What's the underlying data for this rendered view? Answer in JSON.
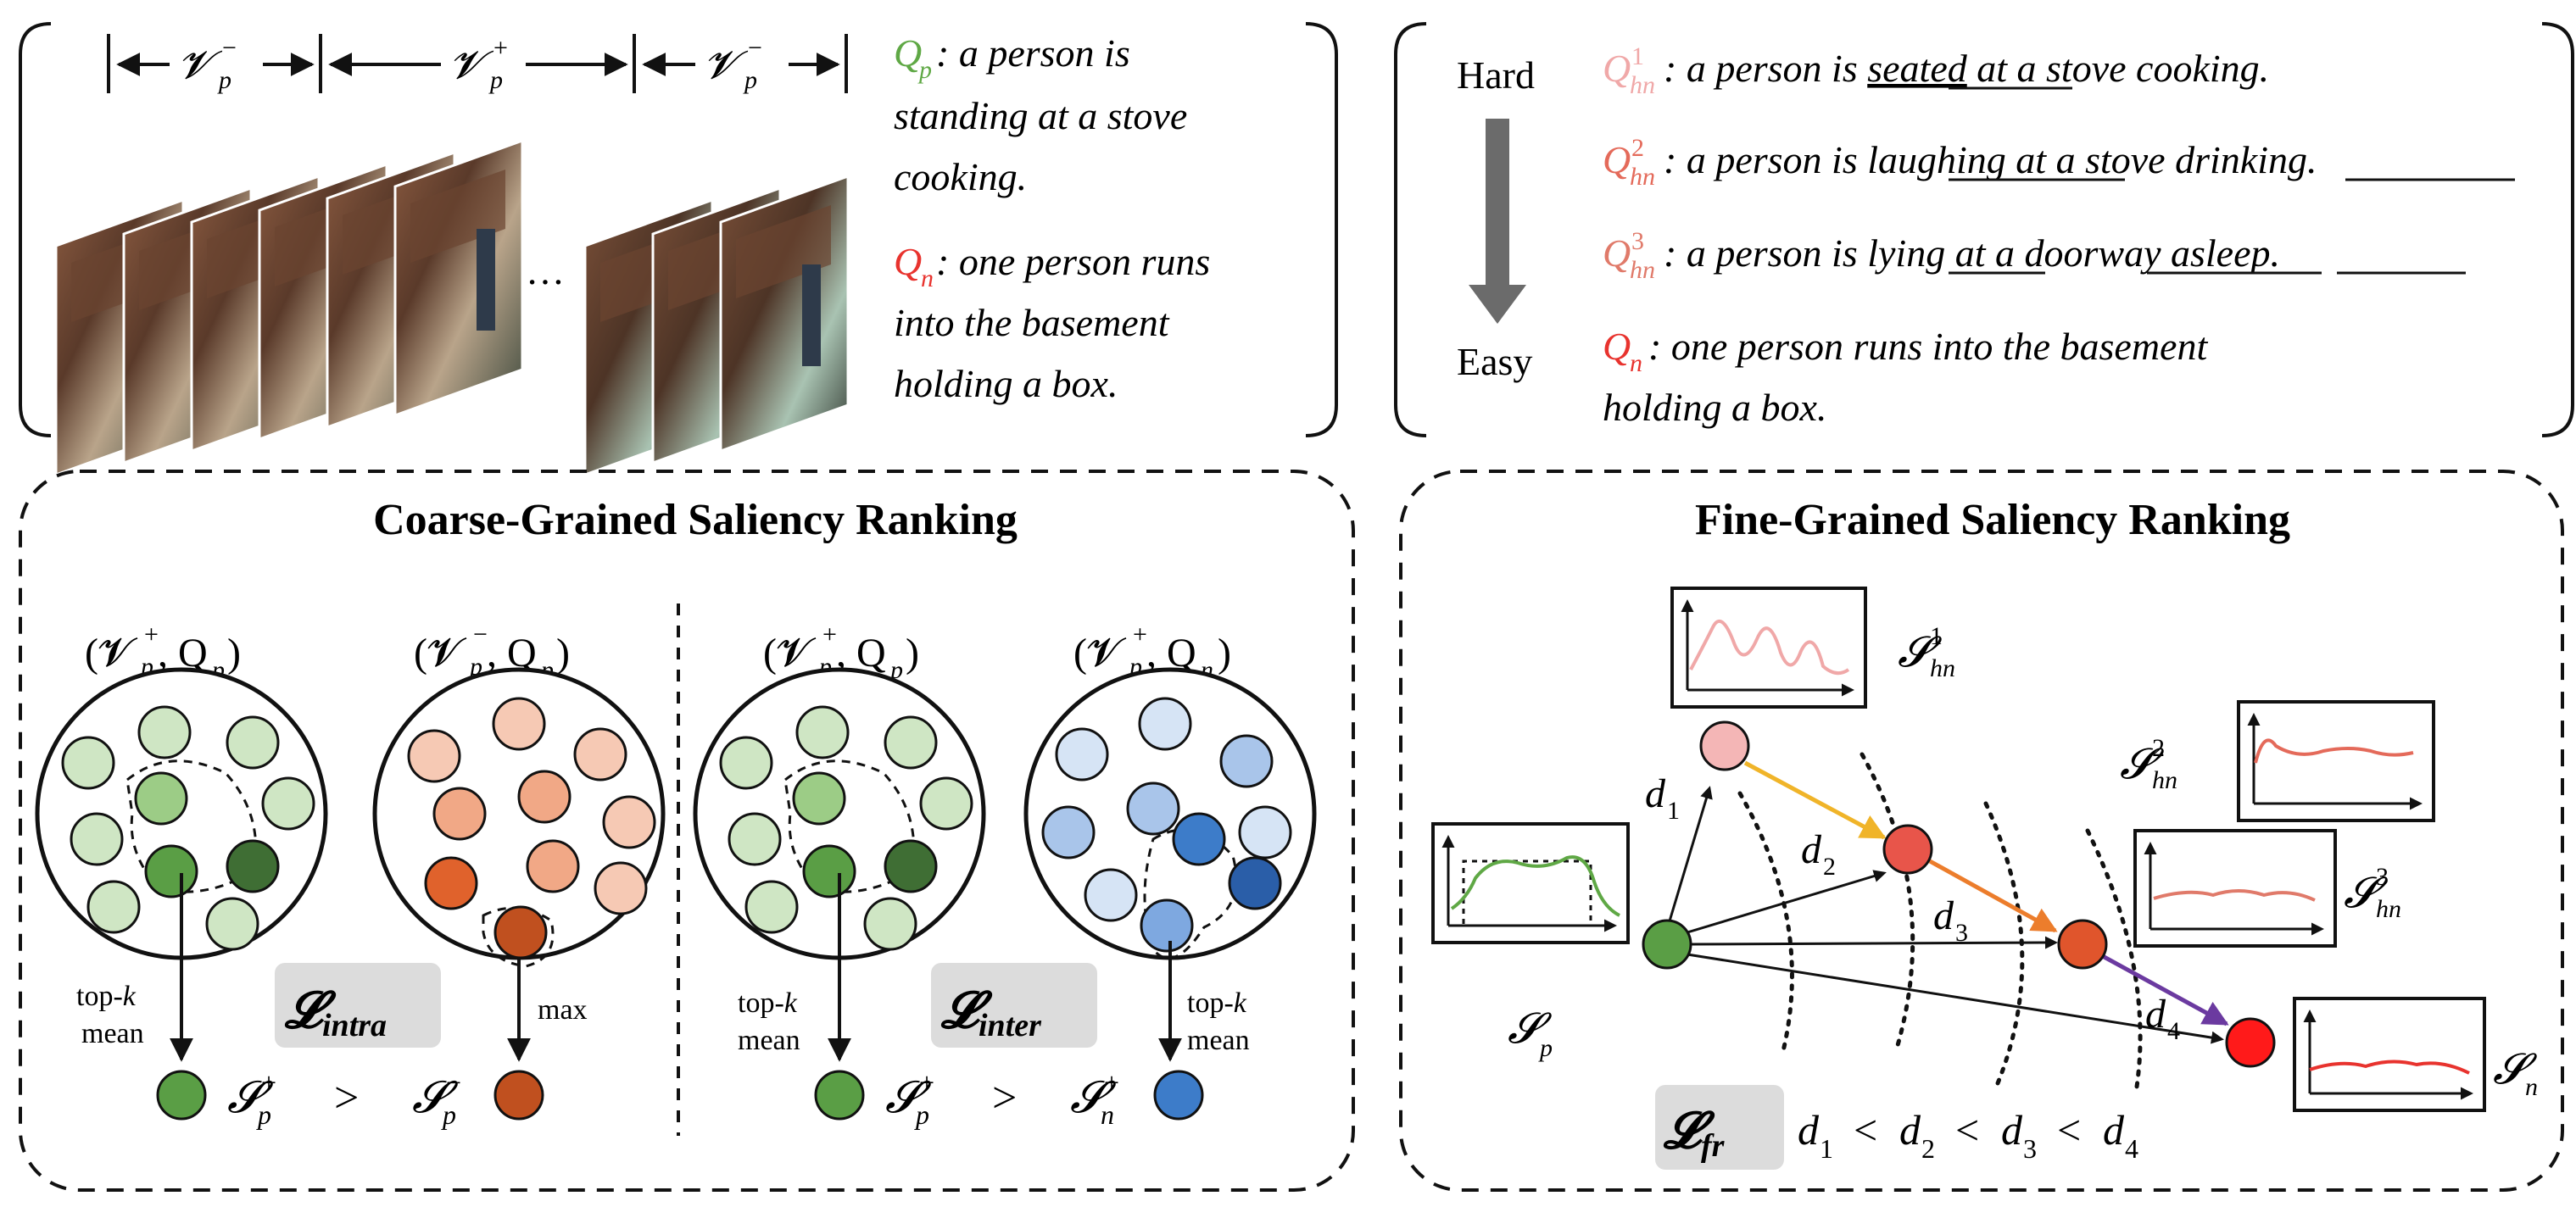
{
  "top_left": {
    "seg_neg_label": "𝓥",
    "seg_pos_label": "𝓥",
    "sup_neg": "−",
    "sup_pos": "+",
    "sub_p": "p",
    "ellipsis": "…",
    "qp_label": "Q",
    "qp_sub": "p",
    "qp_text": [
      ": a person is",
      "standing at a stove",
      "cooking."
    ],
    "qn_label": "Q",
    "qn_sub": "n",
    "qn_text": [
      ": one person runs",
      "into the basement",
      "holding a box."
    ]
  },
  "top_right": {
    "hard": "Hard",
    "easy": "Easy",
    "q_letter": "Q",
    "sub_hn": "hn",
    "sup_1": "1",
    "sup_2": "2",
    "sup_3": "3",
    "sub_n": "n",
    "hn1": [
      ": a person is ",
      "seated",
      " at a stove cooking."
    ],
    "hn2": [
      ": a person is ",
      "laughing",
      " at a stove ",
      "drinking",
      "."
    ],
    "hn3": [
      ": a person is ",
      "lying",
      " at a ",
      "doorway",
      " ",
      "asleep",
      "."
    ],
    "qn": [
      ": one person runs into the basement",
      "holding a box."
    ]
  },
  "coarse": {
    "title": "Coarse-Grained Saliency Ranking",
    "pair1": "(𝓥",
    "pair_p": "p",
    "pair_q": ", Q",
    "close": ")",
    "plus": "+",
    "minus": "−",
    "n": "n",
    "topk1": "top-",
    "k": "k",
    "mean": "mean",
    "max": "max",
    "loss_intra_L": "𝓛",
    "loss_intra_sub": "intra",
    "loss_inter_L": "𝓛",
    "loss_inter_sub": "inter",
    "S": "𝓢",
    "gt": ">"
  },
  "fine": {
    "title": "Fine-Grained Saliency Ranking",
    "S": "𝓢",
    "sp_sub": "p",
    "hn": "hn",
    "sup1": "1",
    "sup2": "2",
    "sup3": "3",
    "sn_sub": "n",
    "d": "d",
    "d1": "1",
    "d2": "2",
    "d3": "3",
    "d4": "4",
    "loss_L": "𝓛",
    "loss_sub": "fr",
    "lt": "<"
  },
  "colors": {
    "qp_green": "#5fa845",
    "qn_red": "#e8332e",
    "hn1_pink": "#f0a8a8",
    "hn2_red": "#e46a5a",
    "hn3_red": "#e07a6a",
    "node_green": "#5a9e45",
    "node_pink": "#f4b6b6",
    "node_red": "#e8554a",
    "node_orange": "#e0552c",
    "node_bright_red": "#ff1a1a",
    "arrow_yellow": "#f0b429",
    "arrow_orange": "#ec7d2c",
    "arrow_purple": "#6b3aa0"
  }
}
